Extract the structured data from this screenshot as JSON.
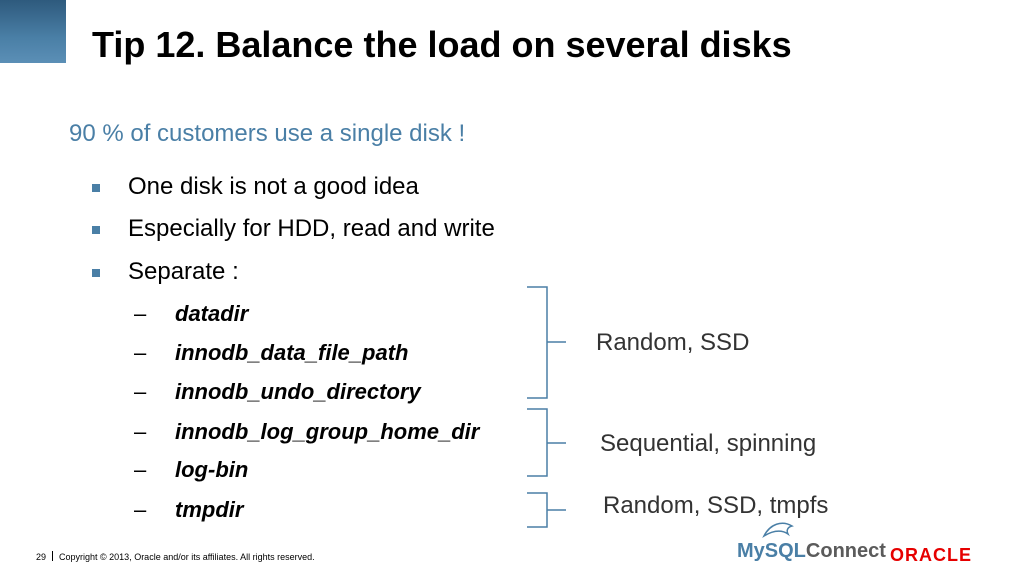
{
  "slide": {
    "title": "Tip 12. Balance the load on several disks",
    "subtitle": "90 % of customers use a single disk !",
    "bullets": [
      "One disk is not a good idea",
      "Especially for HDD, read and write",
      "Separate :"
    ],
    "sub_dash": "–",
    "sub_items": [
      "datadir",
      "innodb_data_file_path",
      "innodb_undo_directory",
      "innodb_log_group_home_dir",
      "log-bin",
      "tmpdir"
    ],
    "groups": [
      "Random, SSD",
      "Sequential, spinning",
      "Random, SSD, tmpfs"
    ]
  },
  "footer": {
    "page_number": "29",
    "copyright": "Copyright © 2013, Oracle and/or its affiliates. All rights reserved."
  },
  "logos": {
    "mysql_part1": "MySQL",
    "mysql_part2": "Connect",
    "oracle": "ORACLE"
  },
  "colors": {
    "accent": "#4a7fa6",
    "oracle_red": "#e60000"
  }
}
